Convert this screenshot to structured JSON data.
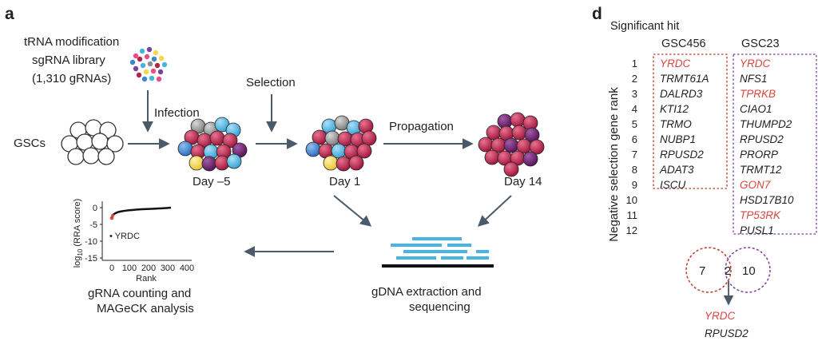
{
  "panel_a": {
    "letter": "a",
    "library_lines": [
      "tRNA modification",
      "sgRNA library",
      "(1,310 gRNAs)"
    ],
    "gscs_label": "GSCs",
    "infection_label": "Infection",
    "selection_label": "Selection",
    "propagation_label": "Propagation",
    "days": [
      "Day –5",
      "Day 1",
      "Day 14"
    ],
    "gdna_lines": [
      "gDNA extraction and",
      "sequencing"
    ],
    "analysis_lines": [
      "gRNA counting and",
      "MAGeCK analysis"
    ],
    "plot": {
      "ylabel_prefix": "log",
      "ylabel_sub": "10",
      "ylabel_suffix": " (RRA score)",
      "xlabel": "Rank",
      "yticks": [
        "0",
        "-5",
        "-10",
        "-15"
      ],
      "xticks": [
        "0",
        "100",
        "200",
        "300",
        "400"
      ],
      "annotation": "YRDC"
    }
  },
  "panel_d": {
    "letter": "d",
    "title": "Significant hit",
    "columns": [
      "GSC456",
      "GSC23"
    ],
    "ylabel": "Negative selection gene rank",
    "ranks": [
      "1",
      "2",
      "3",
      "4",
      "5",
      "6",
      "7",
      "8",
      "9",
      "10",
      "11",
      "12"
    ],
    "gsc456": [
      "YRDC",
      "TRMT61A",
      "DALRD3",
      "KTI12",
      "TRMO",
      "NUBP1",
      "RPUSD2",
      "ADAT3",
      "ISCU"
    ],
    "gsc23": [
      "YRDC",
      "NFS1",
      "TPRKB",
      "CIAO1",
      "THUMPD2",
      "RPUSD2",
      "PRORP",
      "TRMT12",
      "GON7",
      "HSD17B10",
      "TP53RK",
      "PUSL1"
    ],
    "venn": {
      "left": "7",
      "overlap": "2",
      "right": "10"
    },
    "shared": [
      "YRDC",
      "RPUSD2"
    ]
  },
  "colors": {
    "arrow": "#4a5a6a",
    "highlight_red": "#d9463e",
    "box_red": "#c0392b",
    "box_purple": "#7b3fa0",
    "cyan": "#47b3e3",
    "crimson": "#b3244a",
    "purple": "#6a2170",
    "yellow": "#f5d84a",
    "gray": "#8e8e8e",
    "blue": "#3a86d6"
  }
}
